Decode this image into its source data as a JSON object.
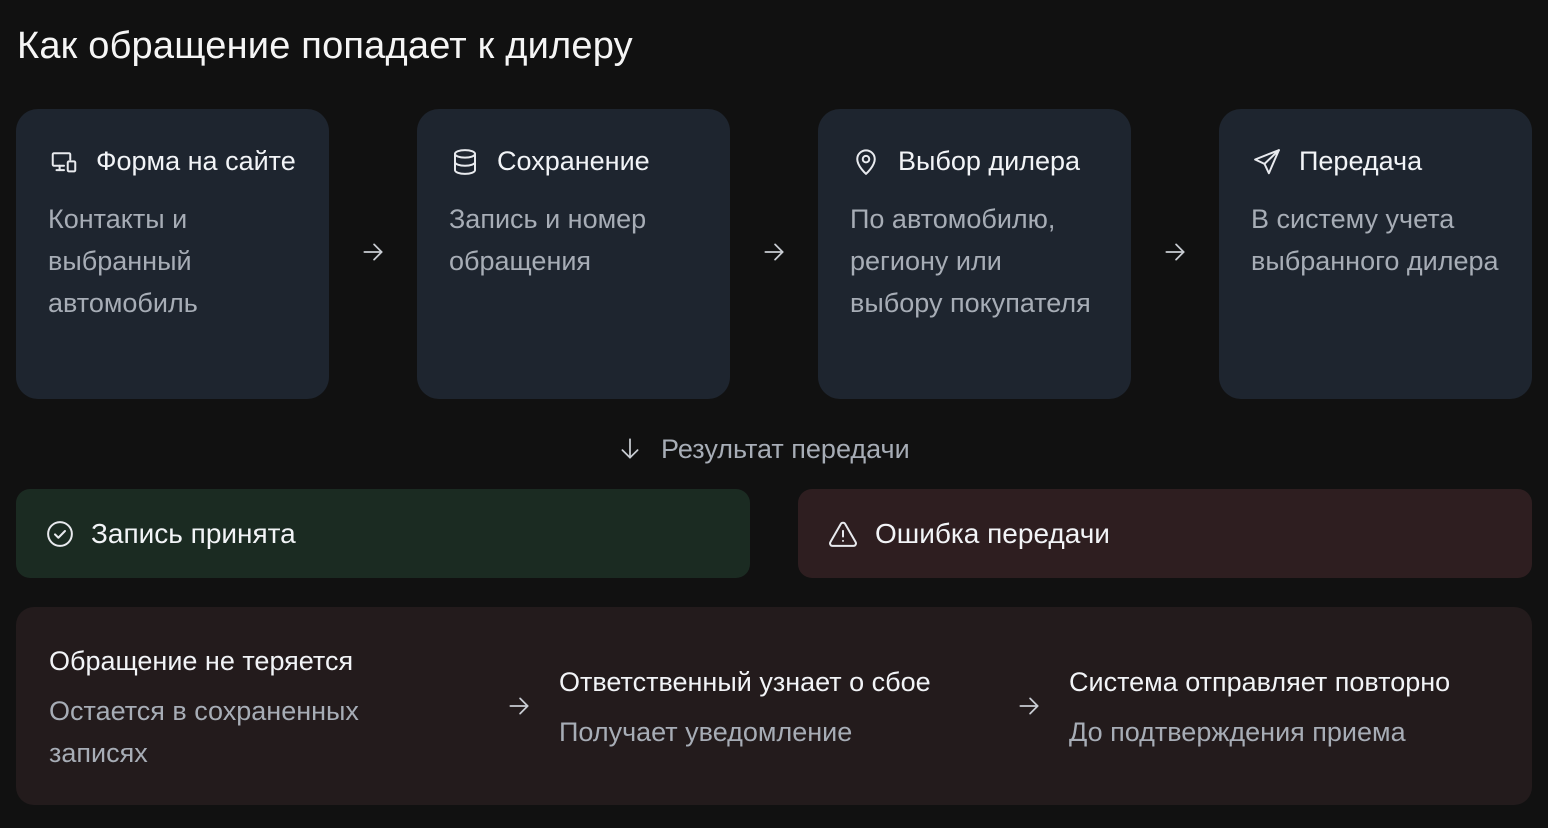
{
  "title": "Как обращение попадает к дилеру",
  "steps": [
    {
      "icon": "devices-icon",
      "title": "Форма на сайте",
      "desc": "Контакты и выбранный автомобиль"
    },
    {
      "icon": "database-icon",
      "title": "Сохранение",
      "desc": "Запись и номер обращения"
    },
    {
      "icon": "map-pin-icon",
      "title": "Выбор дилера",
      "desc": "По автомобилю, региону или выбору покупателя"
    },
    {
      "icon": "send-icon",
      "title": "Передача",
      "desc": "В систему учета выбранного дилера"
    }
  ],
  "result_label": "Результат передачи",
  "outcomes": {
    "success": {
      "icon": "check-circle-icon",
      "label": "Запись принята",
      "color": "#1b2b22"
    },
    "error": {
      "icon": "warning-triangle-icon",
      "label": "Ошибка передачи",
      "color": "#2e1e20"
    }
  },
  "fallback": [
    {
      "title": "Обращение не теряется",
      "desc": "Остается в сохраненных записях"
    },
    {
      "title": "Ответственный узнает о сбое",
      "desc": "Получает уведомление"
    },
    {
      "title": "Система отправляет повторно",
      "desc": "До подтверждения приема"
    }
  ],
  "colors": {
    "background": "#111111",
    "card": "#1e252f",
    "panel": "#231b1c",
    "text_primary": "#f2f4f7",
    "text_secondary": "#a7adb6"
  }
}
